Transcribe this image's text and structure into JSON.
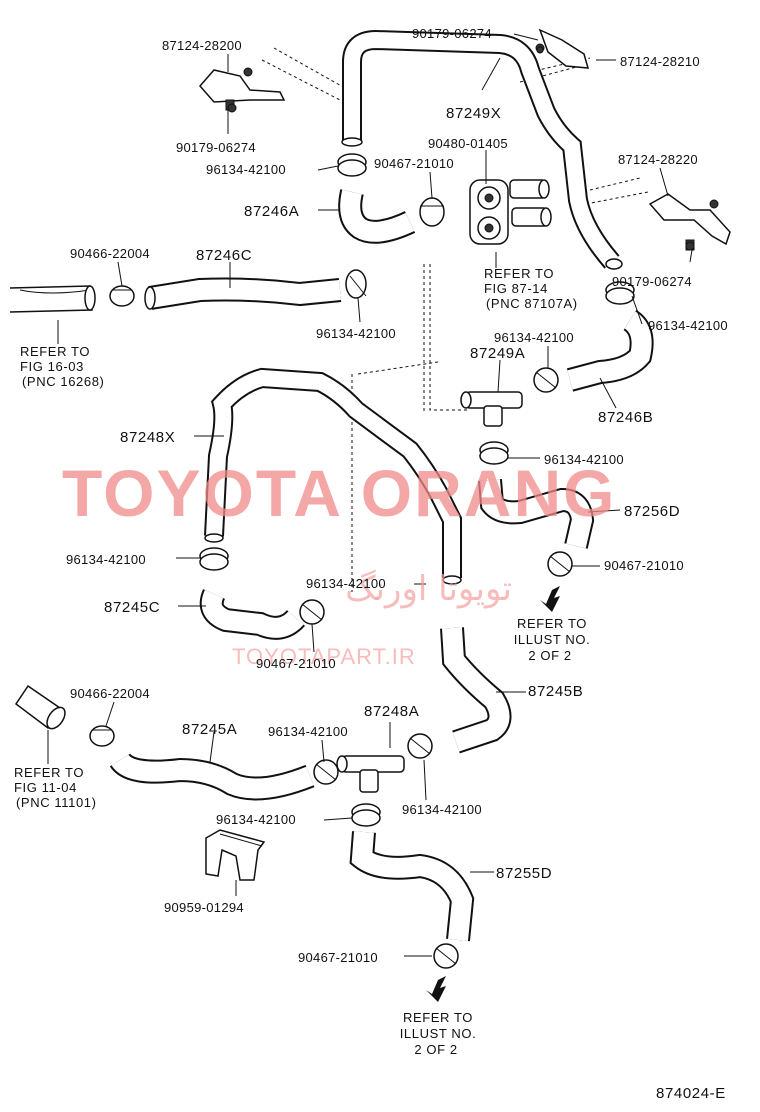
{
  "labels": {
    "p_87124_28200": "87124-28200",
    "p_90179_06274_top_left": "90179-06274",
    "p_90179_06274_top": "90179-06274",
    "p_87124_28210": "87124-28210",
    "p_87249x": "87249X",
    "p_90480_01405": "90480-01405",
    "p_96134_42100_a": "96134-42100",
    "p_90467_21010_a": "90467-21010",
    "p_87246a": "87246A",
    "p_87124_28220": "87124-28220",
    "p_90179_06274_right": "90179-06274",
    "p_90466_22004_a": "90466-22004",
    "p_87246c": "87246C",
    "p_96134_42100_b": "96134-42100",
    "p_96134_42100_c": "96134-42100",
    "p_96134_42100_d": "96134-42100",
    "p_87249a": "87249A",
    "p_87246b": "87246B",
    "p_87248x": "87248X",
    "p_96134_42100_e": "96134-42100",
    "p_87256d": "87256D",
    "p_96134_42100_f": "96134-42100",
    "p_90467_21010_b": "90467-21010",
    "p_87245c": "87245C",
    "p_96134_42100_g": "96134-42100",
    "p_90467_21010_c": "90467-21010",
    "p_90466_22004_b": "90466-22004",
    "p_87248a": "87248A",
    "p_87245b": "87245B",
    "p_87245a": "87245A",
    "p_96134_42100_h": "96134-42100",
    "p_96134_42100_i": "96134-42100",
    "p_96134_42100_j": "96134-42100",
    "p_87255d": "87255D",
    "p_90959_01294": "90959-01294",
    "p_90467_21010_d": "90467-21010"
  },
  "refs": {
    "fig_87_14": [
      "REFER  TO",
      "FIG  87-14",
      "(PNC  87107A)"
    ],
    "fig_16_03": [
      "REFER  TO",
      "FIG  16-03",
      "(PNC  16268)"
    ],
    "illust_a": [
      "REFER TO",
      "ILLUST NO.",
      "2 OF 2"
    ],
    "fig_11_04": [
      "REFER  TO",
      "FIG  11-04",
      "(PNC  11101)"
    ],
    "illust_b": [
      "REFER TO",
      "ILLUST NO.",
      "2 OF 2"
    ]
  },
  "watermark": {
    "brand": "TOYOTA ORANG",
    "persian": "تویوتا اورنگ",
    "url": "TOYOTAPART.IR"
  },
  "illustration_code": "874024-E"
}
